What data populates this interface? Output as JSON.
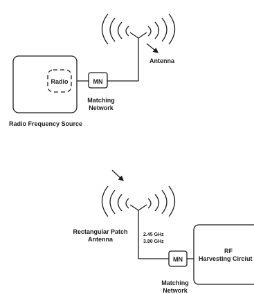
{
  "top_diagram": {
    "antenna_label": "Antenna",
    "radio_label": "Radio",
    "matching_box_label": "MN",
    "matching_label_line1": "Matching",
    "matching_label_line2": "Network",
    "source_label": "Radio Frequency Source"
  },
  "bottom_diagram": {
    "antenna_label_line1": "Rectangular Patch",
    "antenna_label_line2": "Antenna",
    "freq_line1": "2.45 GHz",
    "freq_line2": "3.80 GHz",
    "matching_box_label": "MN",
    "matching_label_line1": "Matching",
    "matching_label_line2": "Network",
    "rf_label_line1": "RF",
    "rf_label_line2": "Harvesting Circiut"
  },
  "colors": {
    "stroke": "#1a1a1a",
    "background": "#ffffff"
  }
}
